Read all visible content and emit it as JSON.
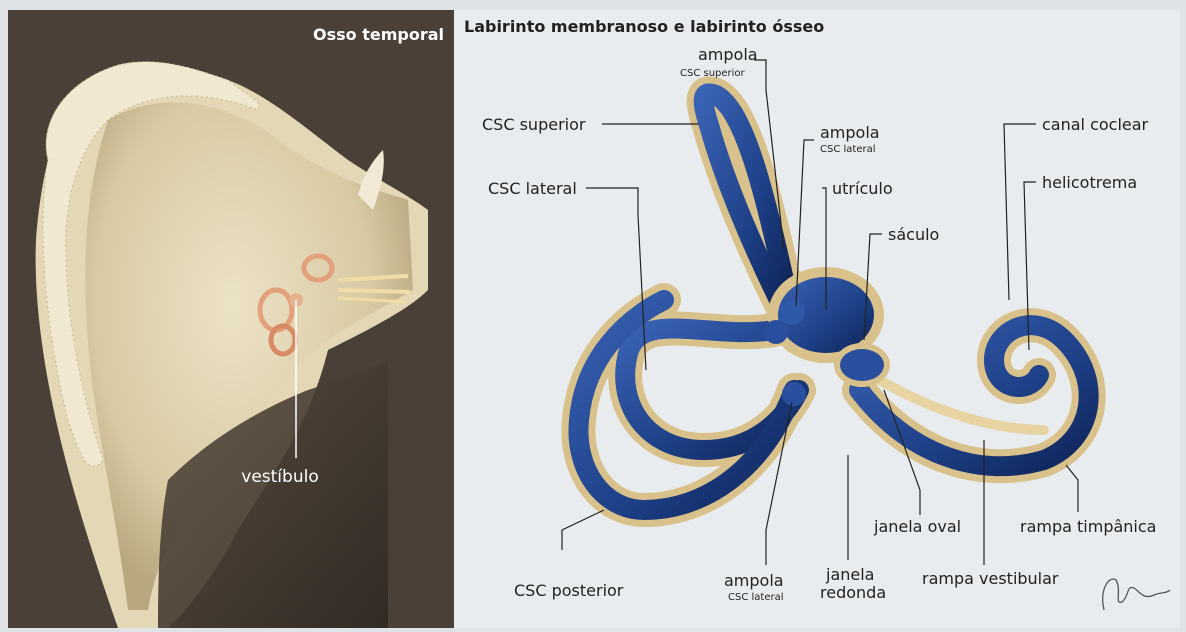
{
  "left_panel": {
    "title": "Osso temporal",
    "label_vestibulo": "vestíbulo"
  },
  "right_panel": {
    "title": "Labirinto membranoso e labirinto ósseo",
    "labels": {
      "ampola_top": "ampola",
      "ampola_top_sub": "CSC superior",
      "csc_superior": "CSC superior",
      "ampola_mid": "ampola",
      "ampola_mid_sub": "CSC lateral",
      "csc_lateral": "CSC lateral",
      "utriculo": "utrículo",
      "saculo": "sáculo",
      "canal_coclear": "canal coclear",
      "helicotrema": "helicotrema",
      "csc_posterior": "CSC posterior",
      "ampola_bottom": "ampola",
      "ampola_bottom_sub": "CSC lateral",
      "janela_redonda_1": "janela",
      "janela_redonda_2": "redonda",
      "janela_oval": "janela oval",
      "rampa_vestibular": "rampa vestibular",
      "rampa_timpanica": "rampa timpânica"
    }
  },
  "colors": {
    "left_background": "#4a4038",
    "right_background": "#e9ecee",
    "bone": "#eadcb8",
    "labyrinth_blue": "#1d3f86",
    "labyrinth_dark": "#0e2457"
  }
}
